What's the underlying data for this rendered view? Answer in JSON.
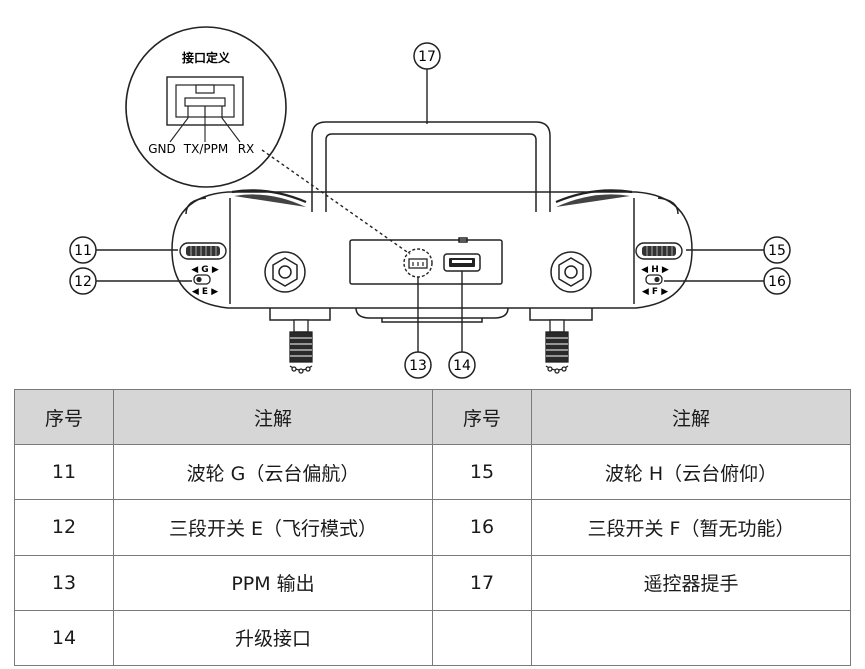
{
  "figure": {
    "inset": {
      "title": "接口定义",
      "pins": [
        "GND",
        "TX/PPM",
        "RX"
      ]
    },
    "callouts": {
      "11": "11",
      "12": "12",
      "13": "13",
      "14": "14",
      "15": "15",
      "16": "16",
      "17": "17"
    },
    "switch_marks": {
      "g": "◀ G ▶",
      "e": "◀ E ▶",
      "h": "◀ H ▶",
      "f": "◀ F ▶"
    }
  },
  "table": {
    "headers": [
      "序号",
      "注解",
      "序号",
      "注解"
    ],
    "rows": [
      {
        "n1": "11",
        "d1": "波轮 G（云台偏航）",
        "n2": "15",
        "d2": "波轮 H（云台俯仰）"
      },
      {
        "n1": "12",
        "d1": "三段开关 E（飞行模式）",
        "n2": "16",
        "d2": "三段开关 F（暂无功能）"
      },
      {
        "n1": "13",
        "d1": "PPM 输出",
        "n2": "17",
        "d2": "遥控器提手"
      },
      {
        "n1": "14",
        "d1": "升级接口",
        "n2": "",
        "d2": ""
      }
    ]
  }
}
